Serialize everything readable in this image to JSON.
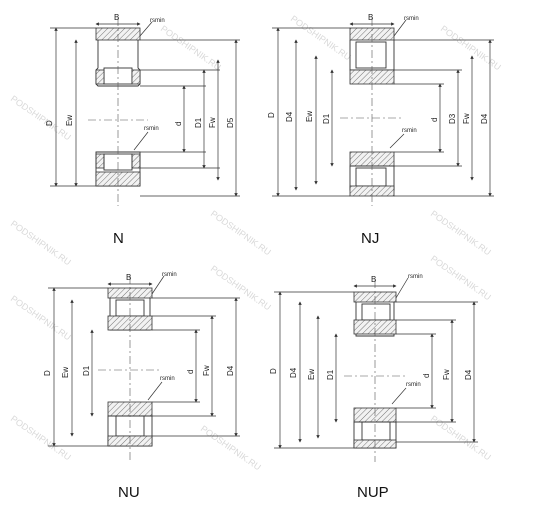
{
  "watermark": "PODSHIPNIK.RU",
  "diagrams": [
    {
      "id": "N",
      "caption": "N",
      "top_labels": [
        "B",
        "rsmin"
      ],
      "mid_label": "rsmin",
      "left_labels": [
        "D",
        "Ew"
      ],
      "right_labels": [
        "d",
        "D1",
        "Fw",
        "D5"
      ]
    },
    {
      "id": "NJ",
      "caption": "NJ",
      "top_labels": [
        "B",
        "rsmin"
      ],
      "mid_label": "rsmin",
      "left_labels": [
        "D",
        "D4",
        "Ew",
        "D1"
      ],
      "right_labels": [
        "d",
        "D3",
        "Fw",
        "D4"
      ]
    },
    {
      "id": "NU",
      "caption": "NU",
      "top_labels": [
        "B",
        "rsmin"
      ],
      "mid_label": "rsmin",
      "left_labels": [
        "D",
        "Ew",
        "D1"
      ],
      "right_labels": [
        "d",
        "Fw",
        "D4"
      ]
    },
    {
      "id": "NUP",
      "caption": "NUP",
      "top_labels": [
        "B",
        "rsmin"
      ],
      "mid_label": "rsmin",
      "left_labels": [
        "D",
        "D4",
        "Ew",
        "D1"
      ],
      "right_labels": [
        "d",
        "Fw",
        "D4"
      ]
    }
  ]
}
